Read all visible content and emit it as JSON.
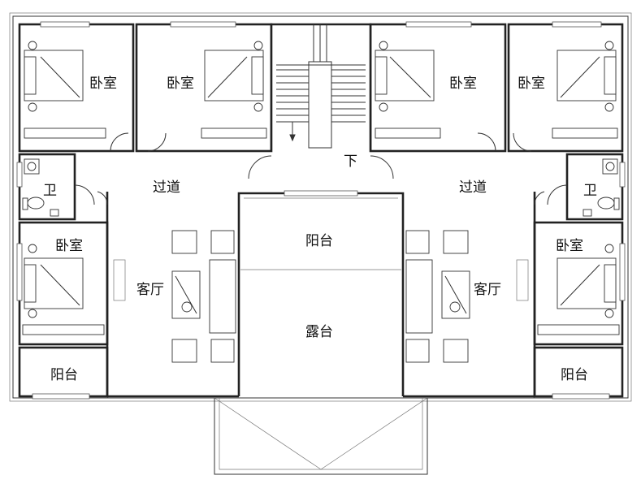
{
  "labels": {
    "bedroom": "卧室",
    "bathroom": "卫",
    "corridor": "过道",
    "living_room": "客厅",
    "balcony": "阳台",
    "terrace": "露台",
    "stair_down": "下"
  }
}
